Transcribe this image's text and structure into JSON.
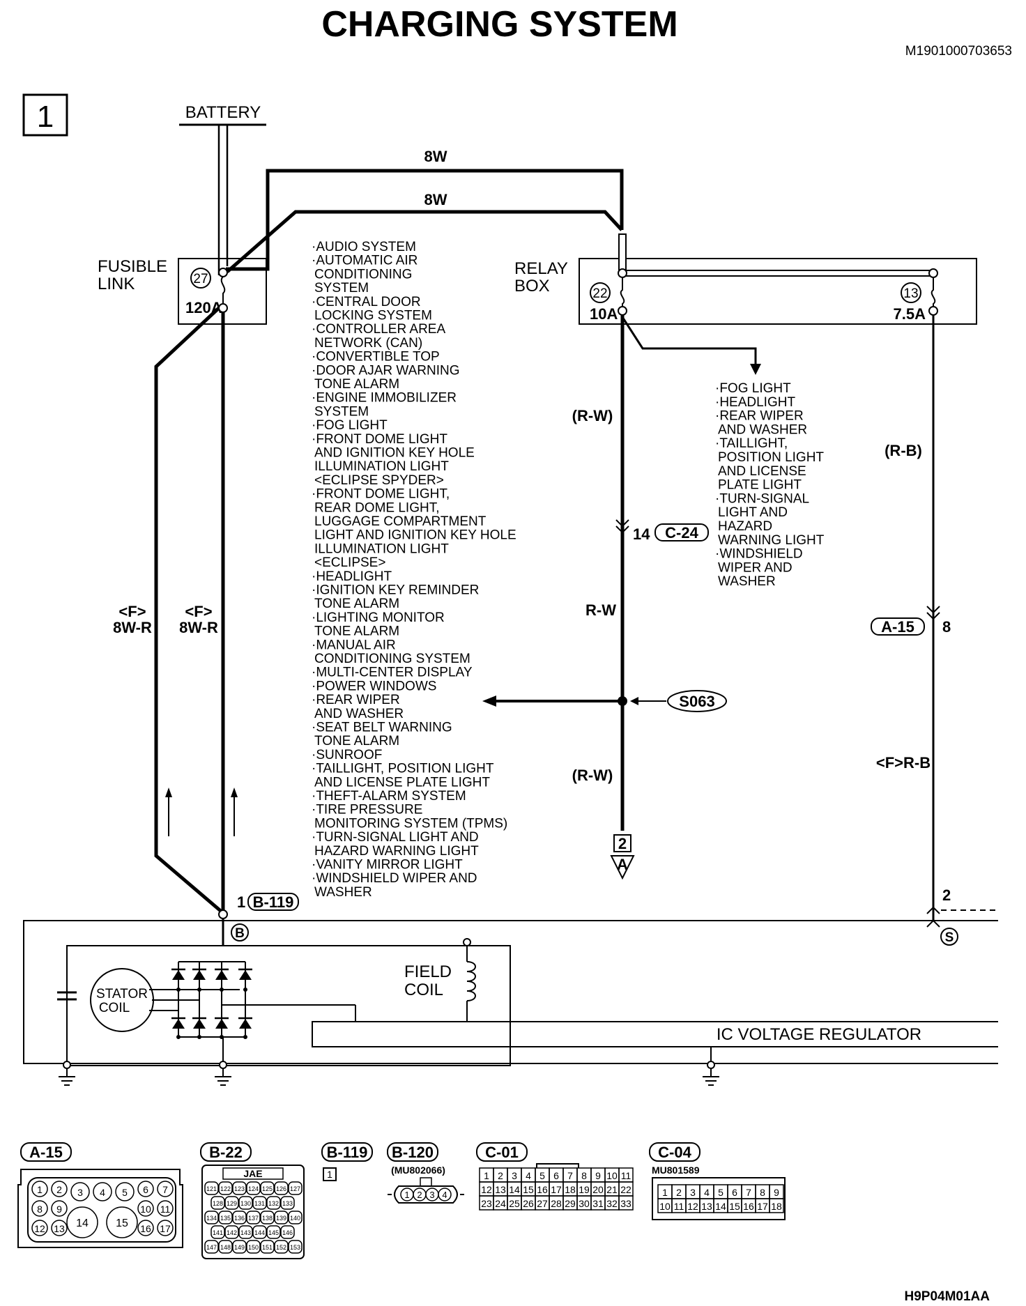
{
  "title": "CHARGING SYSTEM",
  "doc_code": "M1901000703653",
  "page_number": "1",
  "footer_code": "H9P04M01AA",
  "battery": {
    "label": "BATTERY"
  },
  "fusible_link": {
    "label_line1": "FUSIBLE",
    "label_line2": "LINK",
    "number": "27",
    "rating": "120A"
  },
  "relay_box": {
    "label_line1": "RELAY",
    "label_line2": "BOX",
    "fuse_a": {
      "number": "22",
      "rating": "10A"
    },
    "fuse_b": {
      "number": "13",
      "rating": "7.5A"
    }
  },
  "wires": {
    "top_8w_upper": "8W",
    "top_8w_lower": "8W",
    "left_outer_tag": "<F>",
    "left_outer_label": "8W-R",
    "left_inner_tag": "<F>",
    "left_inner_label": "8W-R",
    "mid_rw_upper": "(R-W)",
    "mid_rw": "R-W",
    "mid_rw_lower": "(R-W)",
    "right_rb": "(R-B)",
    "right_frb": "<F>R-B"
  },
  "connectors_inline": {
    "c24": {
      "pin": "14",
      "name": "C-24"
    },
    "a15": {
      "pin": "8",
      "name": "A-15"
    },
    "b119": {
      "pin": "1",
      "name": "B-119"
    },
    "s_pin": "2"
  },
  "splice": "S063",
  "off_page": {
    "number": "2",
    "letter": "A"
  },
  "terminals": {
    "b": "B",
    "s": "S"
  },
  "alternator": {
    "stator": "STATOR COIL",
    "stator_l1": "STATOR",
    "stator_l2": "COIL",
    "field_l1": "FIELD",
    "field_l2": "COIL",
    "regulator": "IC VOLTAGE REGULATOR"
  },
  "systems_list": [
    "·AUDIO SYSTEM",
    "·AUTOMATIC AIR",
    " CONDITIONING",
    " SYSTEM",
    "·CENTRAL DOOR",
    " LOCKING SYSTEM",
    "·CONTROLLER AREA",
    " NETWORK (CAN)",
    "·CONVERTIBLE TOP",
    "·DOOR AJAR WARNING",
    " TONE ALARM",
    "·ENGINE IMMOBILIZER",
    " SYSTEM",
    "·FOG LIGHT",
    "·FRONT DOME LIGHT",
    " AND IGNITION KEY HOLE",
    " ILLUMINATION LIGHT",
    " <ECLIPSE SPYDER>",
    "·FRONT DOME LIGHT,",
    " REAR DOME LIGHT,",
    " LUGGAGE COMPARTMENT",
    " LIGHT AND IGNITION KEY HOLE",
    " ILLUMINATION LIGHT",
    " <ECLIPSE>",
    "·HEADLIGHT",
    "·IGNITION KEY REMINDER",
    " TONE ALARM",
    "·LIGHTING MONITOR",
    " TONE ALARM",
    "·MANUAL AIR",
    " CONDITIONING SYSTEM",
    "·MULTI-CENTER DISPLAY",
    "·POWER WINDOWS",
    "·REAR WIPER",
    " AND WASHER",
    "·SEAT BELT WARNING",
    " TONE ALARM",
    "·SUNROOF",
    "·TAILLIGHT, POSITION LIGHT",
    " AND LICENSE PLATE LIGHT",
    "·THEFT-ALARM SYSTEM",
    "·TIRE PRESSURE",
    " MONITORING SYSTEM (TPMS)",
    "·TURN-SIGNAL LIGHT AND",
    " HAZARD WARNING LIGHT",
    "·VANITY MIRROR LIGHT",
    "·WINDSHIELD WIPER AND",
    " WASHER"
  ],
  "relay_systems_list": [
    "·FOG LIGHT",
    "·HEADLIGHT",
    "·REAR WIPER",
    " AND WASHER",
    "·TAILLIGHT,",
    " POSITION LIGHT",
    " AND LICENSE",
    " PLATE LIGHT",
    "·TURN-SIGNAL",
    " LIGHT AND",
    " HAZARD",
    " WARNING LIGHT",
    "·WINDSHIELD",
    " WIPER AND",
    " WASHER"
  ],
  "connector_views": {
    "a15": {
      "name": "A-15",
      "pins": [
        "1",
        "2",
        "3",
        "4",
        "5",
        "6",
        "7",
        "8",
        "9",
        "10",
        "11",
        "12",
        "13",
        "14",
        "15",
        "16",
        "17"
      ]
    },
    "b22": {
      "name": "B-22",
      "maker": "JAE",
      "rows": [
        [
          "121",
          "122",
          "123",
          "124",
          "125",
          "126",
          "127"
        ],
        [
          "128",
          "129",
          "130",
          "131",
          "132",
          "133"
        ],
        [
          "134",
          "135",
          "136",
          "137",
          "138",
          "139",
          "140"
        ],
        [
          "141",
          "142",
          "143",
          "144",
          "145",
          "146"
        ],
        [
          "147",
          "148",
          "149",
          "150",
          "151",
          "152",
          "153"
        ]
      ]
    },
    "b119": {
      "name": "B-119",
      "pin": "1"
    },
    "b120": {
      "name": "B-120",
      "part": "(MU802066)",
      "pins": [
        "1",
        "2",
        "3",
        "4"
      ]
    },
    "c01": {
      "name": "C-01",
      "rows": [
        [
          "1",
          "2",
          "3",
          "4",
          "5",
          "6",
          "7",
          "8",
          "9",
          "10",
          "11"
        ],
        [
          "12",
          "13",
          "14",
          "15",
          "16",
          "17",
          "18",
          "19",
          "20",
          "21",
          "22"
        ],
        [
          "23",
          "24",
          "25",
          "26",
          "27",
          "28",
          "29",
          "30",
          "31",
          "32",
          "33"
        ]
      ]
    },
    "c04": {
      "name": "C-04",
      "part": "MU801589",
      "rows": [
        [
          "1",
          "2",
          "3",
          "4",
          "5",
          "6",
          "7",
          "8",
          "9"
        ],
        [
          "10",
          "11",
          "12",
          "13",
          "14",
          "15",
          "16",
          "17",
          "18"
        ]
      ]
    }
  }
}
